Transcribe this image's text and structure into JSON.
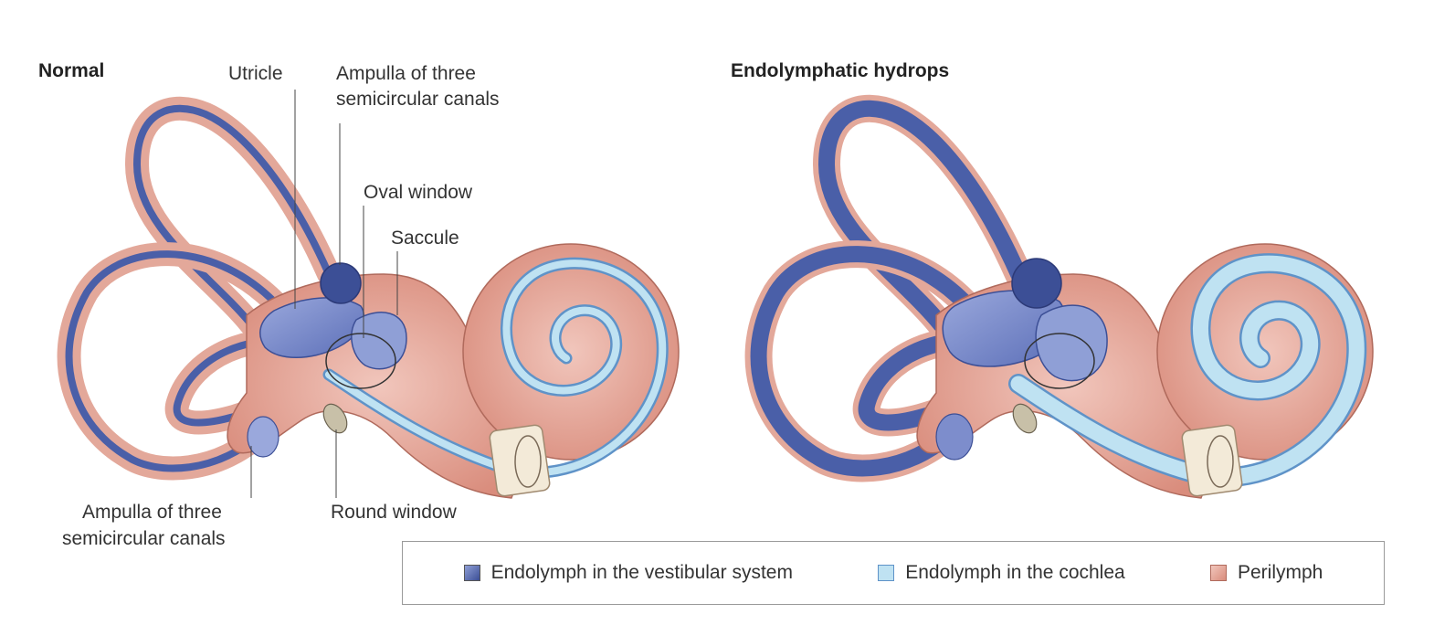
{
  "panels": {
    "normal": {
      "title": "Normal"
    },
    "hydrops": {
      "title": "Endolymphatic hydrops"
    }
  },
  "labels": {
    "utricle": "Utricle",
    "ampulla_top_line1": "Ampulla of three",
    "ampulla_top_line2": "semicircular canals",
    "oval_window": "Oval window",
    "saccule": "Saccule",
    "ampulla_bottom_line1": "Ampulla of three",
    "ampulla_bottom_line2": "semicircular canals",
    "round_window": "Round window"
  },
  "legend": [
    {
      "label": "Endolymph in the vestibular system",
      "color": "#4a5fa8"
    },
    {
      "label": "Endolymph in the cochlea",
      "color": "#bfe2f2"
    },
    {
      "label": "Perilymph",
      "color": "#e3a89a"
    }
  ],
  "colors": {
    "perilymph": "#e3a89a",
    "perilymph_edge": "#b06a5c",
    "vestibular": "#4a5fa8",
    "vestibular_light": "#8f9fd6",
    "cochlear": "#bfe2f2",
    "cochlear_edge": "#5f93c8"
  }
}
